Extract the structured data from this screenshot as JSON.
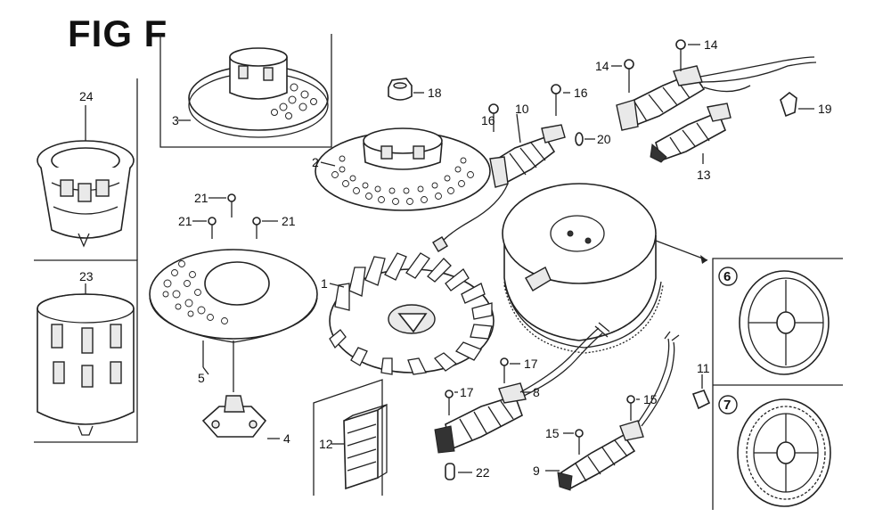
{
  "title": "FIG F",
  "labels": {
    "p1": "1",
    "p2": "2",
    "p3": "3",
    "p4": "4",
    "p5": "5",
    "p6": "6",
    "p7": "7",
    "p8": "8",
    "p9": "9",
    "p10": "10",
    "p11": "11",
    "p12": "12",
    "p13": "13",
    "p14a": "14",
    "p14b": "14",
    "p15a": "15",
    "p15b": "15",
    "p16a": "16",
    "p16b": "16",
    "p17a": "17",
    "p17b": "17",
    "p18": "18",
    "p19": "19",
    "p20": "20",
    "p21a": "21",
    "p21b": "21",
    "p21c": "21",
    "p22": "22",
    "p23": "23",
    "p24": "24"
  }
}
